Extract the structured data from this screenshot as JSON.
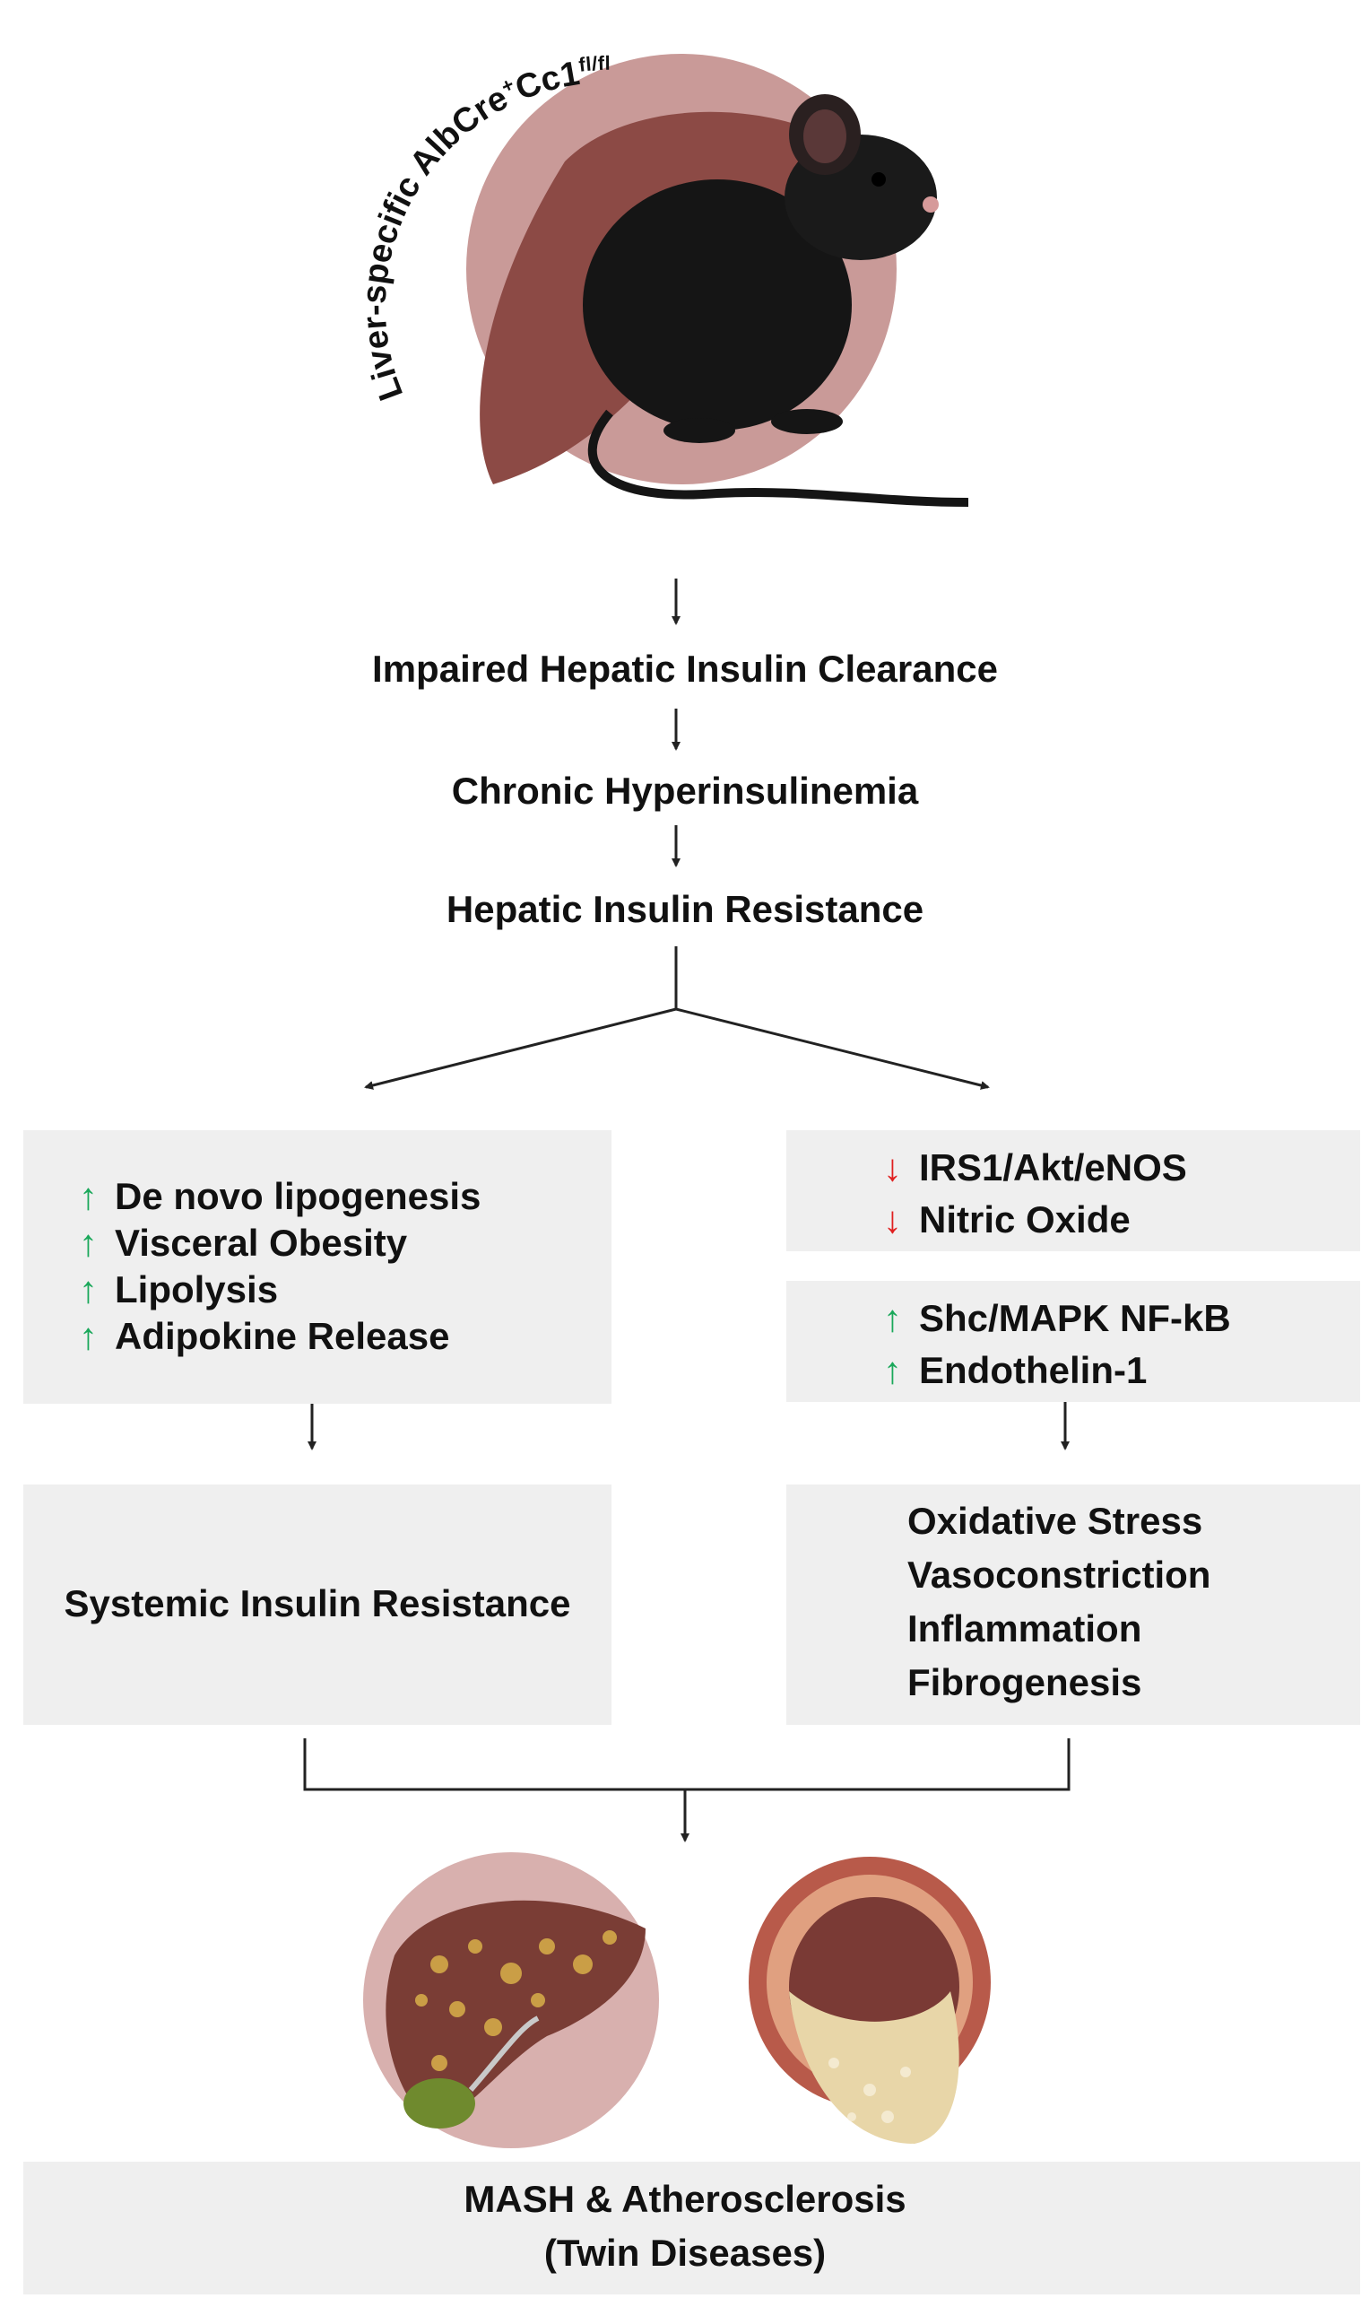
{
  "mouse_label": {
    "main": "Liver-specific AlbCre",
    "sup1": "+",
    "gene": "Cc1",
    "sup2": "fl/fl"
  },
  "flow": {
    "step1": "Impaired Hepatic Insulin Clearance",
    "step2": "Chronic Hyperinsulinemia",
    "step3": "Hepatic Insulin Resistance"
  },
  "left_box": {
    "items": [
      {
        "direction": "up",
        "text": "De novo lipogenesis"
      },
      {
        "direction": "up",
        "text": "Visceral Obesity"
      },
      {
        "direction": "up",
        "text": "Lipolysis"
      },
      {
        "direction": "up",
        "text": "Adipokine Release"
      }
    ]
  },
  "right_box_top": {
    "items": [
      {
        "direction": "down",
        "text": "IRS1/Akt/eNOS"
      },
      {
        "direction": "down",
        "text": "Nitric Oxide"
      }
    ]
  },
  "right_box_mid": {
    "items": [
      {
        "direction": "up",
        "text": "Shc/MAPK NF-kB"
      },
      {
        "direction": "up",
        "text": "Endothelin-1"
      }
    ]
  },
  "left_outcome": "Systemic Insulin Resistance",
  "right_outcome": {
    "items": [
      "Oxidative Stress",
      "Vasoconstriction",
      "Inflammation",
      "Fibrogenesis"
    ]
  },
  "final": {
    "line1": "MASH & Atherosclerosis",
    "line2": "(Twin Diseases)"
  },
  "colors": {
    "up_arrow": "#1aa85a",
    "down_arrow": "#e02020",
    "box_bg": "#efefef",
    "pink_circle": "#c99a98"
  }
}
